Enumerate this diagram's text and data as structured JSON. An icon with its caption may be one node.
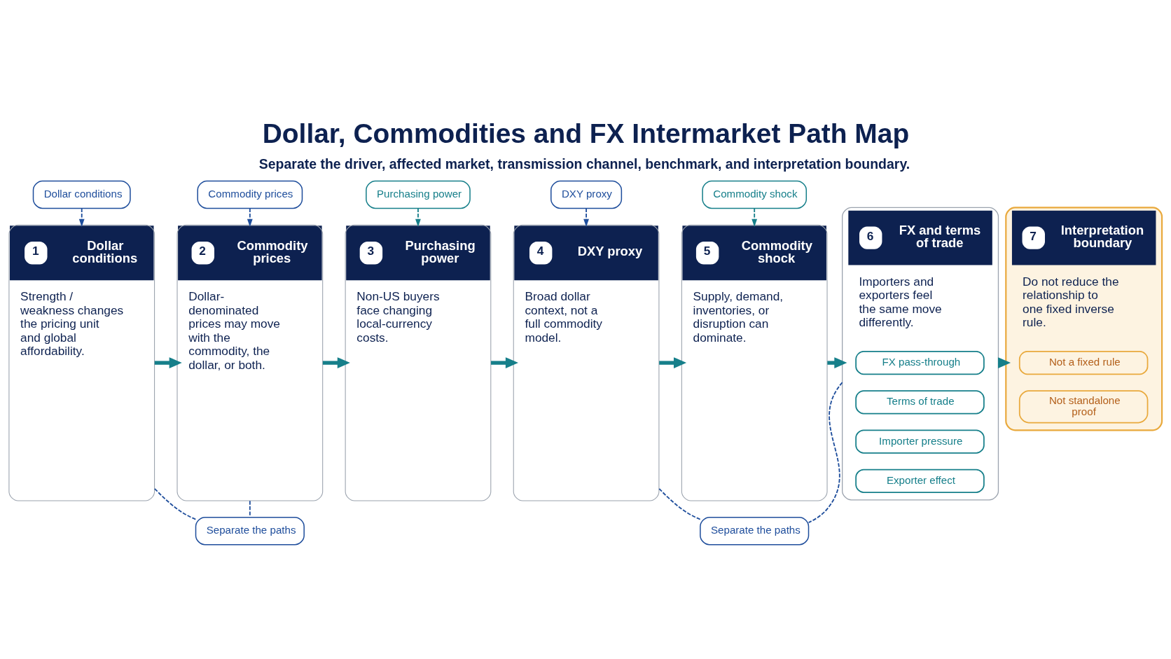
{
  "diagram": {
    "title": "Dollar, Commodities and FX Intermarket Path Map",
    "caption": "Separate the driver, affected market, transmission channel, benchmark, and interpretation boundary.",
    "nodes": [
      {
        "text": [
          "Dollar conditions"
        ]
      },
      {
        "text": [
          "Commodity prices"
        ]
      },
      {
        "text": [
          "Purchasing power"
        ]
      },
      {
        "text": [
          "DXY proxy"
        ]
      },
      {
        "text": [
          "Commodity shock"
        ]
      },
      {
        "text": [
          "1",
          "Dollar conditions",
          "Strength / weakness changes the pricing unit and global affordability."
        ]
      },
      {
        "text": [
          "2",
          "Commodity prices",
          "Dollar-denominated prices may move with the commodity, the dollar, or both."
        ]
      },
      {
        "text": [
          "3",
          "Purchasing power",
          "Non-US buyers face changing local-currency costs."
        ]
      },
      {
        "text": [
          "4",
          "DXY proxy",
          "Broad dollar context, not a full commodity model."
        ]
      },
      {
        "text": [
          "5",
          "Commodity shock",
          "Supply, demand, inventories, or disruption can dominate."
        ]
      },
      {
        "text": [
          "6",
          "FX and terms of trade",
          "Importers and exporters feel the same move differently."
        ]
      },
      {
        "text": [
          "FX pass-through"
        ],
        "in": 10
      },
      {
        "text": [
          "Terms of trade"
        ],
        "in": 10
      },
      {
        "text": [
          "Importer pressure"
        ],
        "in": 10
      },
      {
        "text": [
          "Exporter effect"
        ],
        "in": 10
      },
      {
        "text": [
          "7",
          "Interpretation boundary",
          "Do not reduce the relationship to one fixed inverse rule."
        ]
      },
      {
        "text": [
          "Not a fixed rule"
        ],
        "in": 15
      },
      {
        "text": [
          "Not standalone proof"
        ],
        "in": 15
      },
      {
        "text": [
          "Separate the paths"
        ]
      },
      {
        "text": [
          "Separate the paths"
        ]
      }
    ],
    "edges": [
      {
        "from": 0,
        "to": 5,
        "arrow": "to",
        "style": "dashed",
        "color": "#1f4e9c"
      },
      {
        "from": 1,
        "to": 6,
        "arrow": "to",
        "style": "dashed",
        "color": "#1f4e9c"
      },
      {
        "from": 2,
        "to": 7,
        "arrow": "to",
        "style": "dashed"
      },
      {
        "from": 3,
        "to": 8,
        "arrow": "to",
        "style": "dashed",
        "color": "#1f4e9c"
      },
      {
        "from": 4,
        "to": 9,
        "arrow": "to",
        "style": "dashed"
      },
      {
        "from": 5,
        "to": 6,
        "arrow": "to",
        "style": "thick"
      },
      {
        "from": 6,
        "to": 7,
        "arrow": "to",
        "style": "thick"
      },
      {
        "from": 7,
        "to": 8,
        "arrow": "to",
        "style": "thick"
      },
      {
        "from": 8,
        "to": 9,
        "arrow": "to",
        "style": "thick"
      },
      {
        "from": 9,
        "to": 10,
        "arrow": "to",
        "style": "thick"
      },
      {
        "from": 10,
        "to": 15,
        "arrow": "to",
        "style": "thick"
      },
      {
        "from": 5,
        "to": 18,
        "arrow": "none",
        "style": "dashed",
        "color": "#1f4e9c"
      },
      {
        "from": 6,
        "to": 18,
        "arrow": "none",
        "style": "dashed",
        "color": "#1f4e9c"
      },
      {
        "from": 8,
        "to": 19,
        "arrow": "none",
        "style": "dashed",
        "color": "#1f4e9c"
      },
      {
        "from": 10,
        "to": 19,
        "arrow": "none",
        "style": "dashed",
        "color": "#1f4e9c"
      }
    ]
  }
}
